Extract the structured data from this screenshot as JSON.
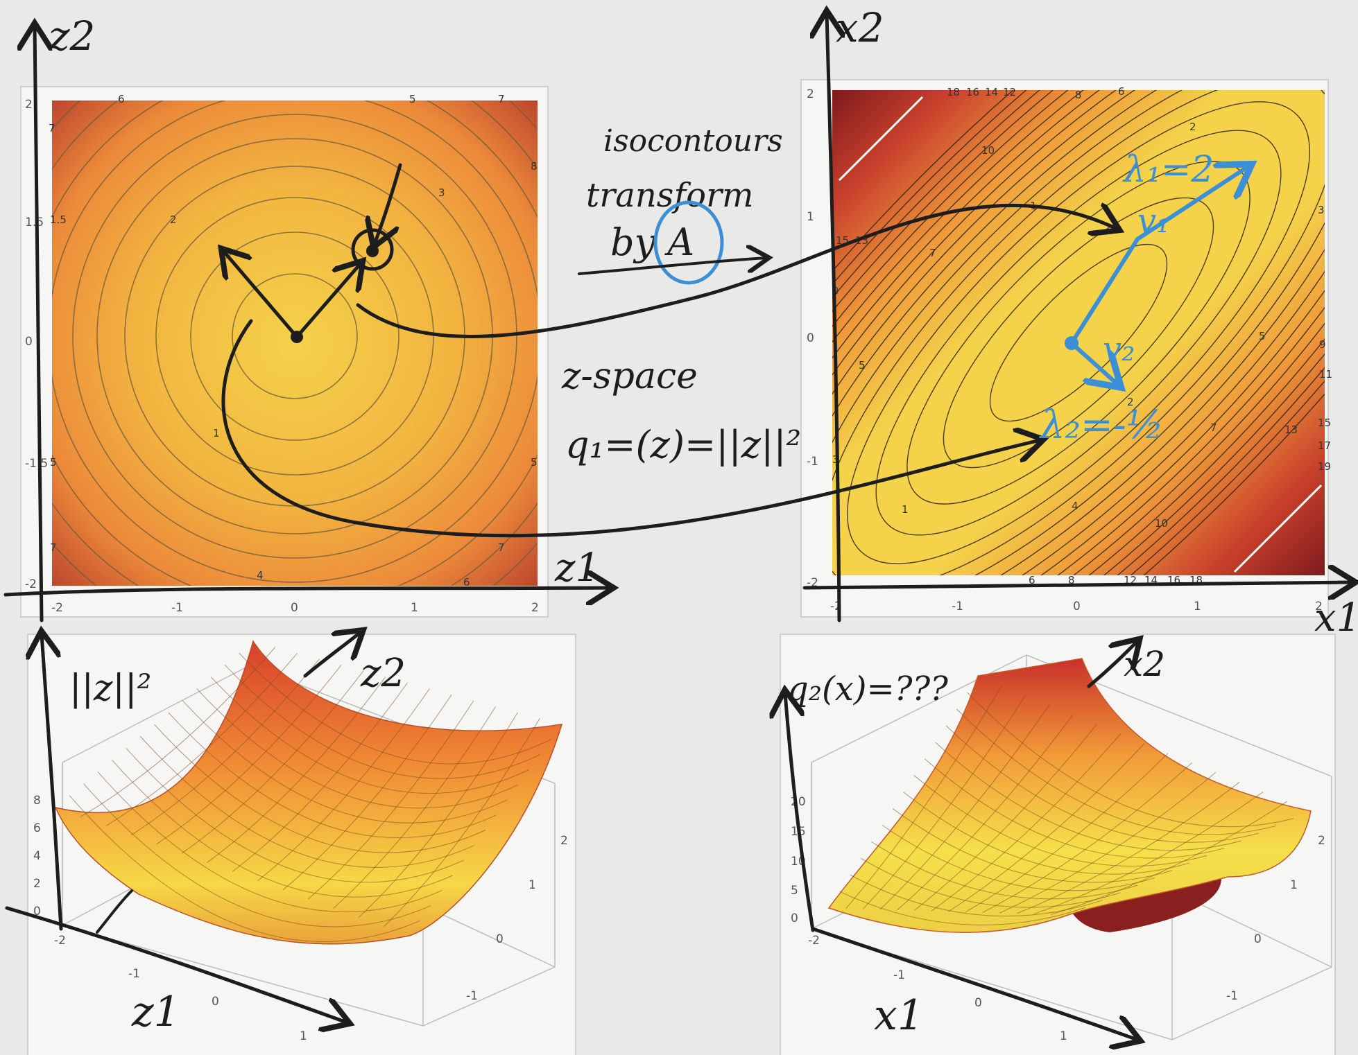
{
  "annotations": {
    "left_panel": {
      "axis_z2": "z2",
      "axis_z1": "z1",
      "surface_label": "||z||²",
      "surface_axis_z1": "z1",
      "surface_axis_z2": "z2"
    },
    "middle": {
      "transform_line1": "isocontours",
      "transform_line2": "transform",
      "transform_line3": "by A",
      "space_label": "z-space",
      "formula": "q₁=(z)=||z||²"
    },
    "right_panel": {
      "axis_x2": "x2",
      "axis_x1": "x1",
      "lambda1": "λ₁=2",
      "v1": "v₁",
      "v2": "v₂",
      "lambda2": "λ₂=-½",
      "surface_label": "q₂(x)=???",
      "surface_axis_x1": "x1",
      "surface_axis_x2": "x2"
    }
  },
  "plot_left": {
    "x_ticks": [
      "-2",
      "-1",
      "0",
      "1",
      "2"
    ],
    "y_ticks": [
      "2",
      "1.5",
      "0",
      "-1.5",
      "-2"
    ],
    "contour_labels": [
      "6",
      "5",
      "7",
      "7",
      "8",
      "3",
      "2",
      "1.5",
      "1",
      "5",
      "5",
      "6",
      "4",
      "7",
      "7"
    ]
  },
  "plot_right": {
    "x_ticks": [
      "-2",
      "-1",
      "0",
      "1",
      "2"
    ],
    "y_ticks": [
      "2",
      "1",
      "0",
      "-1",
      "-2"
    ],
    "contour_labels": [
      "18",
      "16",
      "14",
      "12",
      "8",
      "6",
      "10",
      "2",
      "3",
      "1",
      "7",
      "13",
      "15",
      "9",
      "5",
      "5",
      "9",
      "11",
      "7",
      "13",
      "15",
      "17",
      "19",
      "2",
      "4",
      "10",
      "1",
      "3",
      "6",
      "8",
      "12",
      "14",
      "16",
      "18"
    ]
  },
  "surface_left": {
    "z_ticks": [
      "8",
      "6",
      "4",
      "2",
      "0"
    ],
    "x_ticks": [
      "-2",
      "-1",
      "0",
      "1"
    ],
    "y_ticks": [
      "2",
      "1",
      "0",
      "-1"
    ]
  },
  "surface_right": {
    "z_ticks": [
      "20",
      "15",
      "10",
      "5",
      "0"
    ],
    "x_ticks": [
      "-2",
      "-1",
      "0",
      "1"
    ],
    "y_ticks": [
      "2",
      "1",
      "0",
      "-1"
    ]
  },
  "colors": {
    "ink": "#1d1d1d",
    "blue_ink": "#3b8fd6",
    "heat_low": "#f4d24a",
    "heat_mid": "#ee8f3a",
    "heat_high": "#8a1f1f"
  }
}
